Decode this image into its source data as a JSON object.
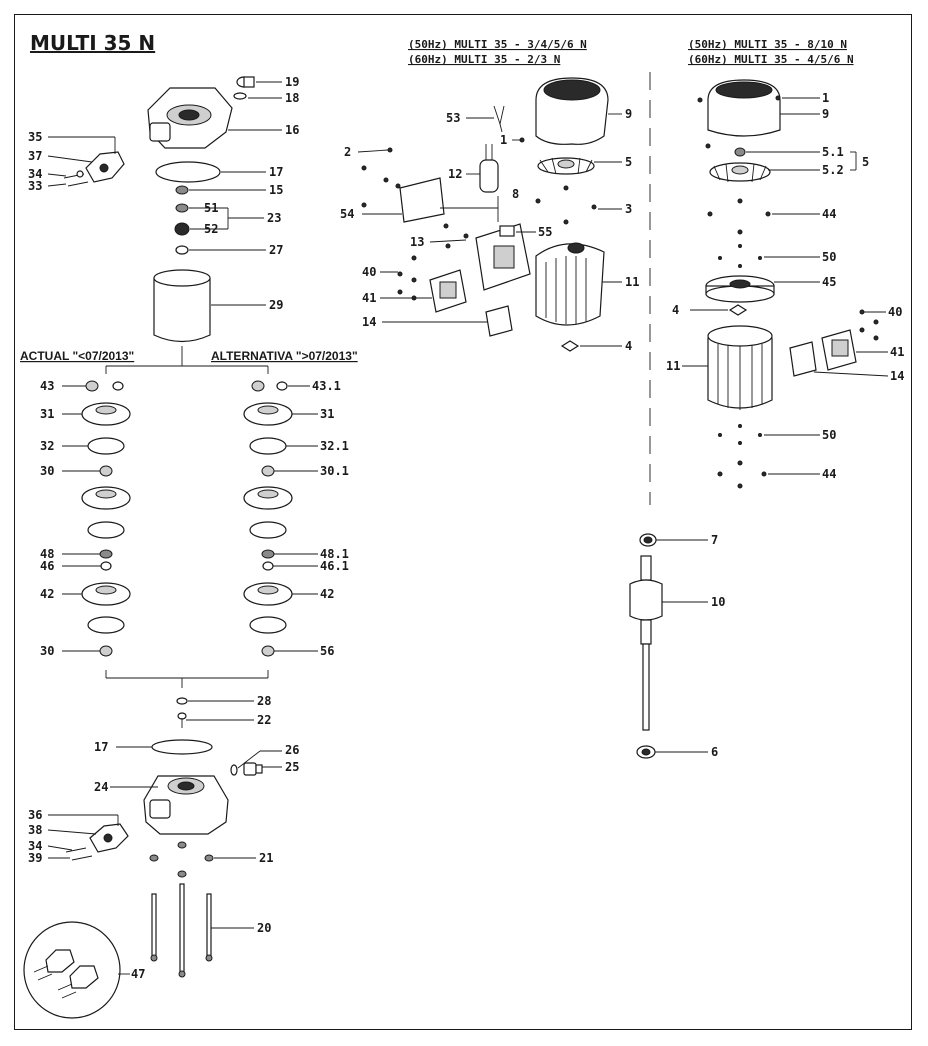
{
  "title": "MULTI 35 N",
  "headers": {
    "col2_line1": "(50Hz) MULTI 35 - 3/4/5/6 N",
    "col2_line2": "(60Hz) MULTI 35 - 2/3 N",
    "col3_line1": "(50Hz) MULTI 35 - 8/10 N",
    "col3_line2": "(60Hz) MULTI 35 - 4/5/6 N"
  },
  "versions": {
    "actual": "ACTUAL \"<07/2013\"",
    "alternativa": "ALTERNATIVA \">07/2013\""
  },
  "callouts": {
    "c19": "19",
    "c18": "18",
    "c16": "16",
    "c35": "35",
    "c37": "37",
    "c34": "34",
    "c33": "33",
    "c17": "17",
    "c15": "15",
    "c51": "51",
    "c23": "23",
    "c52": "52",
    "c27": "27",
    "c29": "29",
    "c43": "43",
    "c43_1": "43.1",
    "c31": "31",
    "c31b": "31",
    "c32": "32",
    "c32_1": "32.1",
    "c30": "30",
    "c30_1": "30.1",
    "c48": "48",
    "c48_1": "48.1",
    "c46": "46",
    "c46_1": "46.1",
    "c42": "42",
    "c42b": "42",
    "c30b": "30",
    "c56": "56",
    "c28": "28",
    "c22": "22",
    "c17b": "17",
    "c26": "26",
    "c25": "25",
    "c24": "24",
    "c36": "36",
    "c38": "38",
    "c34b": "34",
    "c39": "39",
    "c21": "21",
    "c20": "20",
    "c47": "47",
    "c53": "53",
    "c9": "9",
    "c1": "1",
    "c2": "2",
    "c5": "5",
    "c12": "12",
    "c8": "8",
    "c3": "3",
    "c54": "54",
    "c55": "55",
    "c13": "13",
    "c11": "11",
    "c40": "40",
    "c41": "41",
    "c14": "14",
    "c4": "4",
    "r1": "1",
    "r9": "9",
    "r5_1": "5.1",
    "r5_2": "5.2",
    "r5": "5",
    "r44": "44",
    "r50": "50",
    "r45": "45",
    "r4": "4",
    "r40": "40",
    "r41": "41",
    "r11": "11",
    "r14": "14",
    "r50b": "50",
    "r44b": "44",
    "r7": "7",
    "r10": "10",
    "r6": "6"
  }
}
